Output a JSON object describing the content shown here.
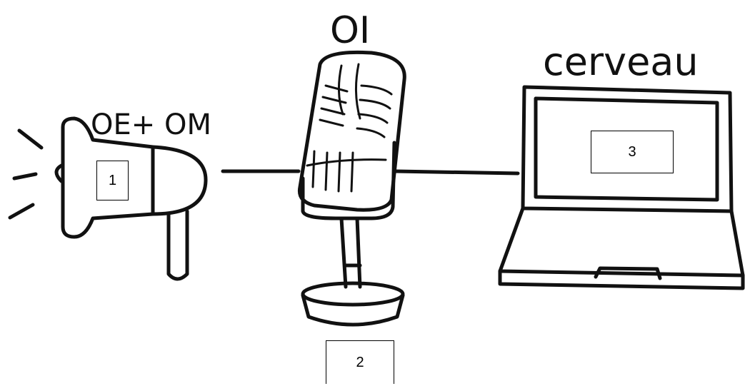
{
  "labels": {
    "megaphone": "OE+ OM",
    "microphone": "OI",
    "laptop": "cerveau"
  },
  "boxes": {
    "box1": "1",
    "box2": "2",
    "box3": "3"
  },
  "colors": {
    "ink": "#111111",
    "background": "#ffffff"
  }
}
